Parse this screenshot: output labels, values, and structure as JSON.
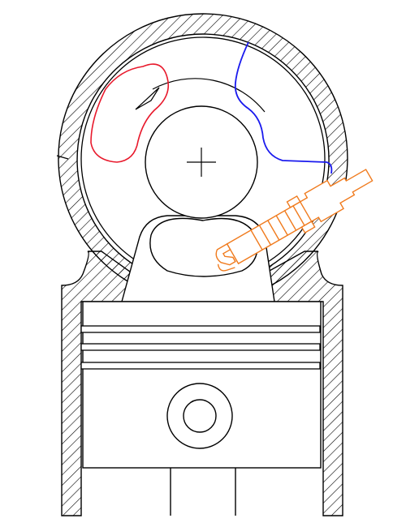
{
  "diagram": {
    "kind": "engine-cross-section",
    "colors": {
      "line": "#000000",
      "background": "#ffffff",
      "intake_region": "#e8192c",
      "exhaust_port": "#1a1aee",
      "spark_plug": "#f07b1e"
    },
    "parts": [
      "housing-wall",
      "rotor-chamber",
      "eccentric-shaft",
      "rotation-arrow",
      "intake-region",
      "exhaust-port-line",
      "spark-plug",
      "connecting-rod",
      "cylinder-wall-left",
      "cylinder-wall-right",
      "piston",
      "piston-rings",
      "piston-pin",
      "piston-rod"
    ]
  }
}
